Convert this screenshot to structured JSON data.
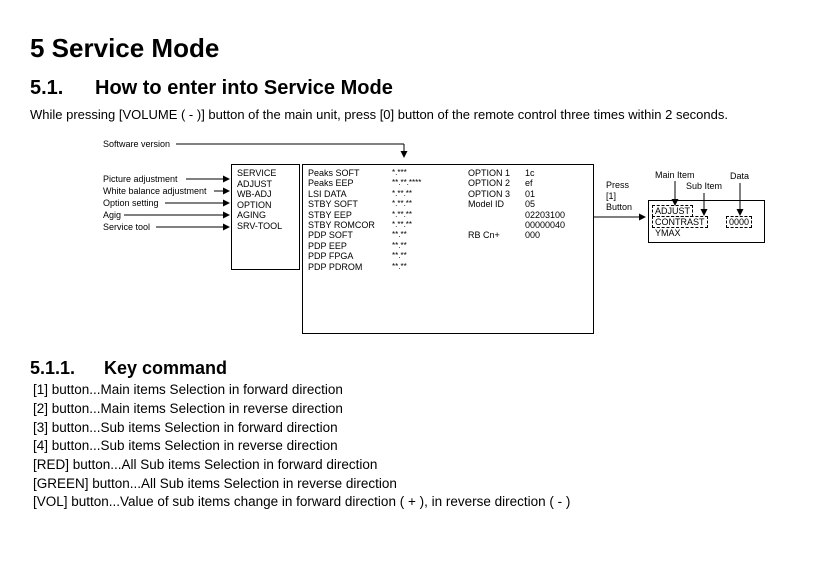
{
  "section_title": "5   Service Mode",
  "subsection": {
    "number": "5.1.",
    "title": "How to enter into Service Mode"
  },
  "intro": "While pressing [VOLUME ( - )] button of the main unit, press [0] button of the remote control three times within 2 seconds.",
  "diagram": {
    "software_version_label": "Software version",
    "left_labels": [
      "Picture adjustment",
      "White balance adjustment",
      "Option setting",
      "Agig",
      "Service tool"
    ],
    "menu_items": [
      "SERVICE",
      "ADJUST",
      "WB-ADJ",
      "OPTION",
      "AGING",
      "SRV-TOOL"
    ],
    "info_names": [
      "Peaks SOFT",
      "Peaks EEP",
      "LSI DATA",
      "STBY SOFT",
      "STBY EEP",
      "STBY ROMCOR",
      "PDP SOFT",
      "PDP EEP",
      "PDP FPGA",
      "PDP PDROM"
    ],
    "info_values": [
      "*.***",
      "**.**.****",
      "*.**.**",
      "*.**.**",
      "*.**.**",
      "*.**.**",
      "**.**",
      "**.**",
      "**.**",
      "**.**"
    ],
    "option_names": [
      "OPTION 1",
      "OPTION 2",
      "OPTION 3",
      "Model ID",
      "",
      "",
      "RB Cn+"
    ],
    "option_values": [
      "1c",
      "ef",
      "01",
      "05",
      "02203100",
      "00000040",
      "000"
    ],
    "press_label": [
      "Press",
      "[1]",
      "Button"
    ],
    "main_item_label": "Main Item",
    "sub_item_label": "Sub Item",
    "data_label": "Data",
    "adjust_box": {
      "main": "ADJUST",
      "sub": "CONTRAST",
      "sub2": "YMAX",
      "data": "0000"
    }
  },
  "key_command": {
    "number": "5.1.1.",
    "title": "Key command",
    "lines": [
      "[1] button...Main items  Selection in forward direction",
      "[2] button...Main items  Selection in reverse direction",
      "[3] button...Sub items  Selection in forward direction",
      "[4] button...Sub items  Selection in reverse direction",
      "[RED] button...All Sub items  Selection in forward direction",
      "[GREEN] button...All Sub items  Selection in reverse direction",
      "[VOL] button...Value of sub items change in forward direction ( + ), in reverse direction ( - )"
    ]
  }
}
